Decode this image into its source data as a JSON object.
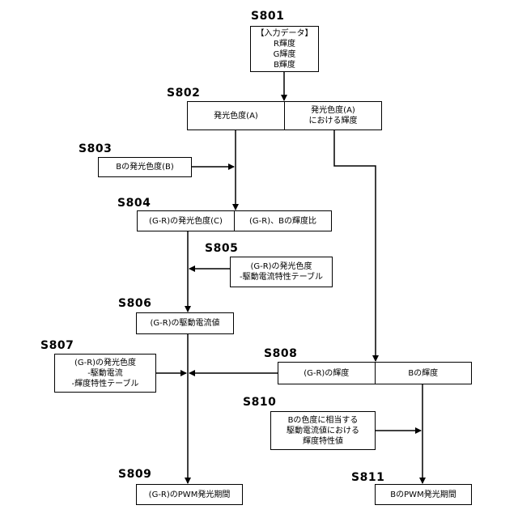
{
  "steps": {
    "s801": {
      "id": "S801",
      "lines": "【入力データ】\nR輝度\nG輝度\nB輝度"
    },
    "s802": {
      "id": "S802",
      "left": "発光色度(A)",
      "right": "発光色度(A)\nにおける輝度"
    },
    "s803": {
      "id": "S803",
      "text": "Bの発光色度(B)"
    },
    "s804": {
      "id": "S804",
      "left": "(G-R)の発光色度(C)",
      "right": "(G-R)、Bの輝度比"
    },
    "s805": {
      "id": "S805",
      "lines": "(G-R)の発光色度\n-駆動電流特性テーブル"
    },
    "s806": {
      "id": "S806",
      "text": "(G-R)の駆動電流値"
    },
    "s807": {
      "id": "S807",
      "lines": "(G-R)の発光色度\n-駆動電流\n-輝度特性テーブル"
    },
    "s808": {
      "id": "S808",
      "left": "(G-R)の輝度",
      "right": "Bの輝度"
    },
    "s809": {
      "id": "S809",
      "text": "(G-R)のPWM発光期間"
    },
    "s810": {
      "id": "S810",
      "lines": "Bの色度に相当する\n駆動電流値における\n輝度特性値"
    },
    "s811": {
      "id": "S811",
      "text": "BのPWM発光期間"
    }
  }
}
